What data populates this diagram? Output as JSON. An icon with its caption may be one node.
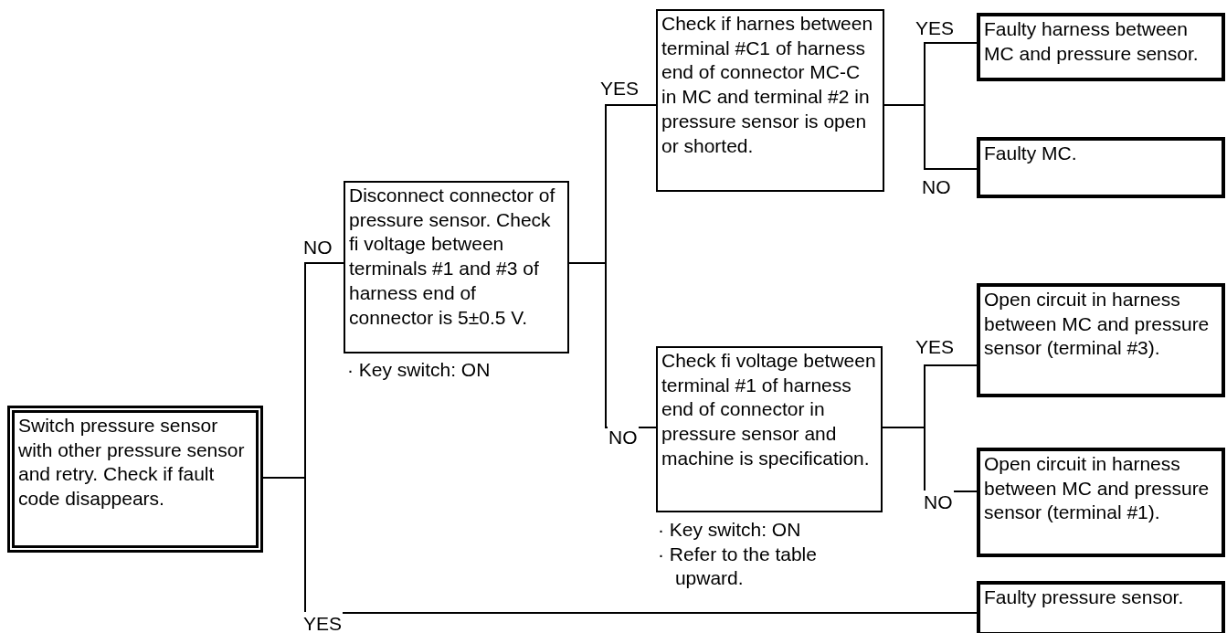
{
  "diagram": {
    "nodes": [
      {
        "text": [
          "Switch pressure sensor with other pressure sensor and retry. Check if fault code disappears."
        ]
      },
      {
        "text": [
          "Disconnect connector of pressure sensor. Check fi voltage between terminals #1 and #3 of harness end of connector is 5±0.5 V."
        ],
        "beside": [
          "· Key switch: ON"
        ]
      },
      {
        "text": [
          "Check if harnes between terminal #C1 of harness end of connector MC-C in MC and terminal #2 in pressure sensor is open or shorted."
        ]
      },
      {
        "text": [
          "Check fi voltage between terminal #1 of harness end of connector in pressure sensor and machine is specification."
        ],
        "beside": [
          "· Key switch: ON",
          "· Refer to the table upward."
        ]
      },
      {
        "text": [
          "Faulty harness between MC and pressure sensor."
        ]
      },
      {
        "text": [
          "Faulty MC."
        ]
      },
      {
        "text": [
          "Open circuit in harness between MC and pressure sensor (terminal #3)."
        ]
      },
      {
        "text": [
          "Open circuit in harness between MC and pressure sensor (terminal #1)."
        ]
      },
      {
        "text": [
          "Faulty pressure sensor."
        ]
      }
    ],
    "edges": [
      {
        "from": 0,
        "to": 1,
        "arrow": "none",
        "label": "NO"
      },
      {
        "from": 1,
        "to": 2,
        "arrow": "none",
        "label": "YES"
      },
      {
        "from": 1,
        "to": 3,
        "arrow": "none",
        "label": "NO"
      },
      {
        "from": 2,
        "to": 4,
        "arrow": "none",
        "label": "YES"
      },
      {
        "from": 2,
        "to": 5,
        "arrow": "none",
        "label": "NO"
      },
      {
        "from": 3,
        "to": 6,
        "arrow": "none",
        "label": "YES"
      },
      {
        "from": 3,
        "to": 7,
        "arrow": "none",
        "label": "NO"
      },
      {
        "from": 0,
        "to": 8,
        "arrow": "none",
        "label": "YES"
      }
    ]
  }
}
